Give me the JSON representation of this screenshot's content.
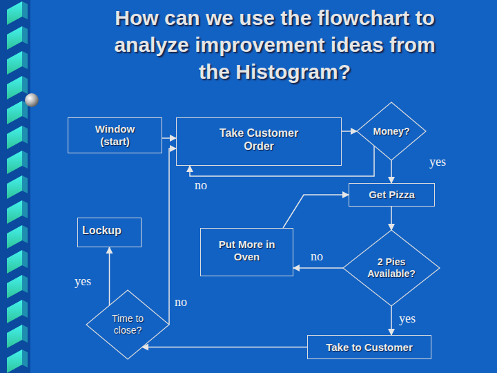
{
  "diagram": {
    "title": "How can we use the flowchart to analyze improvement ideas from the Histogram?",
    "nodes": [
      {
        "text": [
          "Window (start)"
        ]
      },
      {
        "text": [
          "Take Customer Order"
        ]
      },
      {
        "text": [
          "Money?"
        ]
      },
      {
        "text": [
          "Get Pizza"
        ]
      },
      {
        "text": [
          "Lockup"
        ]
      },
      {
        "text": [
          "Put More in Oven"
        ]
      },
      {
        "text": [
          "2 Pies Available?"
        ]
      },
      {
        "text": [
          "Time to close?"
        ]
      },
      {
        "text": [
          "Take to Customer"
        ]
      }
    ],
    "edges": [
      {
        "from": 0,
        "to": 1,
        "arrow": "to"
      },
      {
        "from": 1,
        "to": 2,
        "arrow": "to"
      },
      {
        "from": 2,
        "to": 3,
        "label": "yes",
        "arrow": "to"
      },
      {
        "from": 2,
        "to": 1,
        "label": "no",
        "arrow": "to"
      },
      {
        "from": 3,
        "to": 6,
        "arrow": "to"
      },
      {
        "from": 6,
        "to": 5,
        "label": "no",
        "arrow": "to"
      },
      {
        "from": 5,
        "to": 3,
        "arrow": "to"
      },
      {
        "from": 6,
        "to": 8,
        "label": "yes",
        "arrow": "to"
      },
      {
        "from": 8,
        "to": 7,
        "arrow": "to"
      },
      {
        "from": 7,
        "to": 4,
        "label": "yes",
        "arrow": "to"
      },
      {
        "from": 7,
        "to": 1,
        "label": "no",
        "arrow": "to"
      }
    ]
  }
}
